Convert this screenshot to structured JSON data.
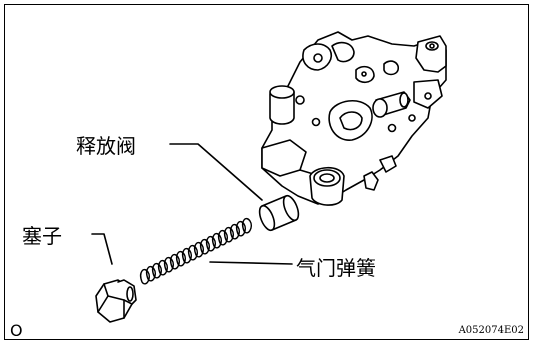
{
  "labels": {
    "relief_valve": "释放阀",
    "plug": "塞子",
    "valve_spring": "气门弹簧"
  },
  "figure_code": "A052074E02",
  "corner_mark": "O"
}
